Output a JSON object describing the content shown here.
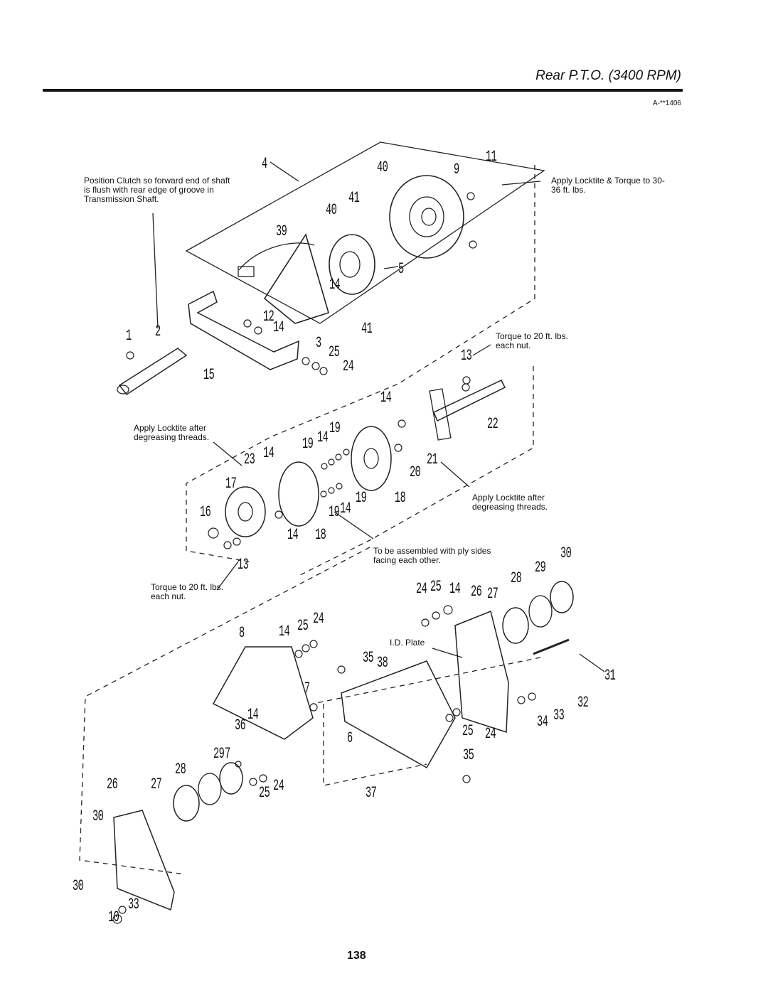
{
  "header": {
    "title": "Rear P.T.O. (3400 RPM)",
    "doc_code": "A-**1406"
  },
  "notes": {
    "clutch_position": "Position Clutch so forward end of shaft is flush with rear edge of groove in Transmission Shaft.",
    "locktite_torque": "Apply Locktite & Torque to 30-36 ft. lbs.",
    "torque_20_a": "Torque to 20 ft. lbs. each nut.",
    "locktite_a": "Apply Locktite after degreasing threads.",
    "locktite_b": "Apply Locktite after degreasing threads.",
    "ply_sides": "To be assembled with ply sides facing each other.",
    "torque_20_b": "Torque to 20 ft. lbs. each nut.",
    "id_plate": "I.D. Plate"
  },
  "callouts": [
    "1",
    "2",
    "3",
    "4",
    "5",
    "6",
    "7",
    "8",
    "9",
    "10",
    "11",
    "12",
    "13",
    "14",
    "15",
    "16",
    "17",
    "18",
    "19",
    "20",
    "21",
    "22",
    "23",
    "24",
    "25",
    "26",
    "27",
    "28",
    "29",
    "30",
    "31",
    "32",
    "33",
    "34",
    "35",
    "36",
    "37",
    "38",
    "39",
    "40",
    "41"
  ],
  "page_number": "138"
}
